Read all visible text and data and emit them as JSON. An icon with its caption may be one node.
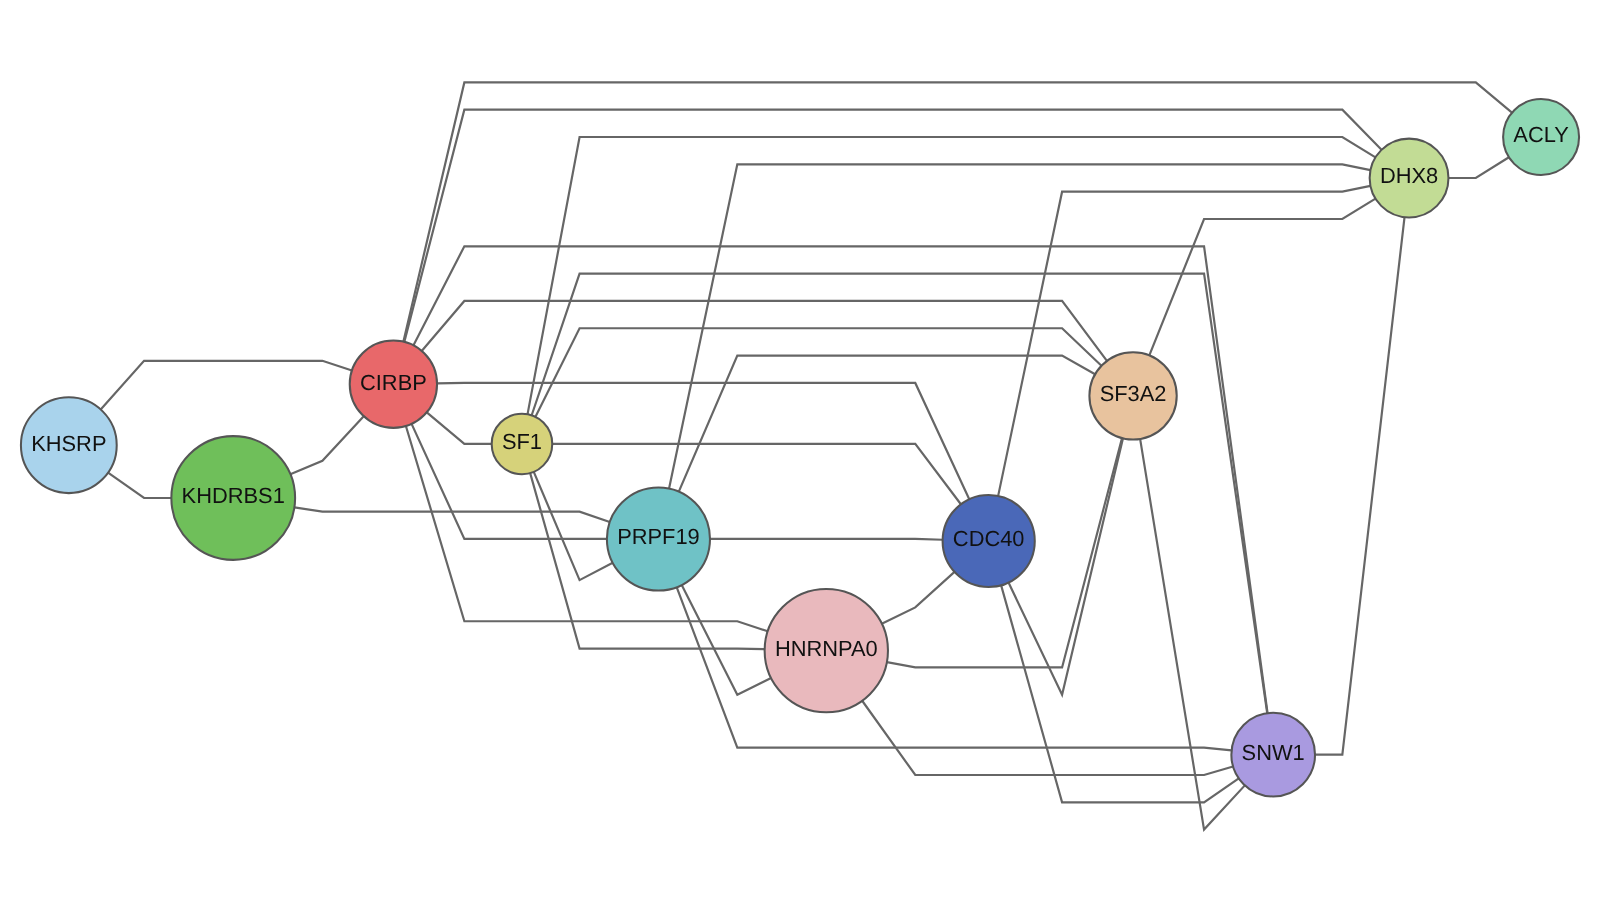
{
  "diagram": {
    "nodes": [
      {
        "text": [
          "KHSRP"
        ]
      },
      {
        "text": [
          "KHDRBS1"
        ]
      },
      {
        "text": [
          "CIRBP"
        ]
      },
      {
        "text": [
          "SF1"
        ]
      },
      {
        "text": [
          "PRPF19"
        ]
      },
      {
        "text": [
          "HNRNPA0"
        ]
      },
      {
        "text": [
          "CDC40"
        ]
      },
      {
        "text": [
          "SF3A2"
        ]
      },
      {
        "text": [
          "SNW1"
        ]
      },
      {
        "text": [
          "DHX8"
        ]
      },
      {
        "text": [
          "ACLY"
        ]
      }
    ],
    "edges": [
      {
        "from": 0,
        "to": 1,
        "arrow": "none"
      },
      {
        "from": 0,
        "to": 2,
        "arrow": "none"
      },
      {
        "from": 1,
        "to": 2,
        "arrow": "none"
      },
      {
        "from": 1,
        "to": 4,
        "arrow": "none"
      },
      {
        "from": 2,
        "to": 3,
        "arrow": "none"
      },
      {
        "from": 2,
        "to": 4,
        "arrow": "none"
      },
      {
        "from": 2,
        "to": 5,
        "arrow": "none"
      },
      {
        "from": 2,
        "to": 6,
        "arrow": "none"
      },
      {
        "from": 2,
        "to": 7,
        "arrow": "none"
      },
      {
        "from": 2,
        "to": 8,
        "arrow": "none"
      },
      {
        "from": 2,
        "to": 9,
        "arrow": "none"
      },
      {
        "from": 2,
        "to": 10,
        "arrow": "none"
      },
      {
        "from": 3,
        "to": 4,
        "arrow": "none"
      },
      {
        "from": 3,
        "to": 5,
        "arrow": "none"
      },
      {
        "from": 3,
        "to": 6,
        "arrow": "none"
      },
      {
        "from": 3,
        "to": 7,
        "arrow": "none"
      },
      {
        "from": 3,
        "to": 8,
        "arrow": "none"
      },
      {
        "from": 3,
        "to": 9,
        "arrow": "none"
      },
      {
        "from": 4,
        "to": 5,
        "arrow": "none"
      },
      {
        "from": 4,
        "to": 6,
        "arrow": "none"
      },
      {
        "from": 4,
        "to": 7,
        "arrow": "none"
      },
      {
        "from": 4,
        "to": 8,
        "arrow": "none"
      },
      {
        "from": 4,
        "to": 9,
        "arrow": "none"
      },
      {
        "from": 5,
        "to": 6,
        "arrow": "none"
      },
      {
        "from": 5,
        "to": 7,
        "arrow": "none"
      },
      {
        "from": 5,
        "to": 8,
        "arrow": "none"
      },
      {
        "from": 6,
        "to": 7,
        "arrow": "none"
      },
      {
        "from": 6,
        "to": 8,
        "arrow": "none"
      },
      {
        "from": 6,
        "to": 9,
        "arrow": "none"
      },
      {
        "from": 7,
        "to": 8,
        "arrow": "none"
      },
      {
        "from": 7,
        "to": 9,
        "arrow": "none"
      },
      {
        "from": 8,
        "to": 9,
        "arrow": "none"
      },
      {
        "from": 9,
        "to": 10,
        "arrow": "none"
      }
    ]
  }
}
